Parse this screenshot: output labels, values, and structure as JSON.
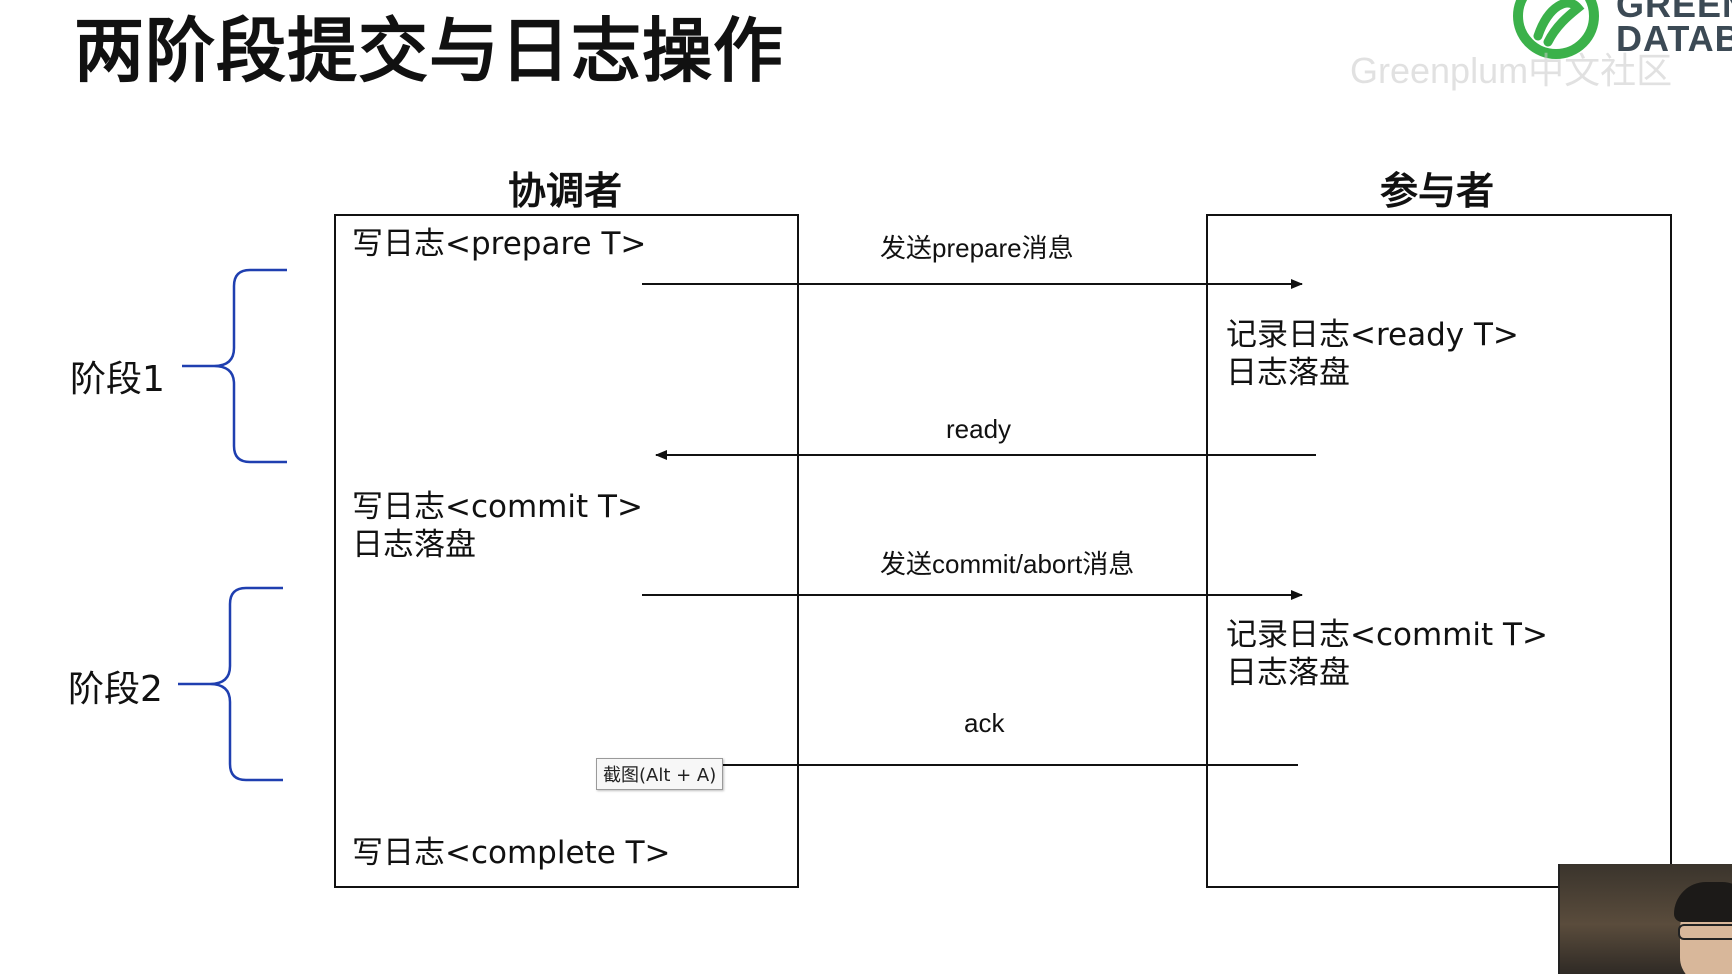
{
  "title": "两阶段提交与日志操作",
  "logo": {
    "line1": "GREEN",
    "line2": "DATAB",
    "watermark": "Greenplum中文社区",
    "color": "#3bb14a"
  },
  "columns": {
    "coordinator": "协调者",
    "participant": "参与者"
  },
  "coordinator_notes": {
    "prepare": "写日志<prepare T>",
    "commit_line1": "写日志<commit T>",
    "commit_line2": "日志落盘",
    "complete": "写日志<complete T>"
  },
  "participant_notes": {
    "ready_line1": "记录日志<ready T>",
    "ready_line2": "日志落盘",
    "commit_line1": "记录日志<commit T>",
    "commit_line2": "日志落盘"
  },
  "messages": {
    "prepare": "发送prepare消息",
    "ready": "ready",
    "commit": "发送commit/abort消息",
    "ack": "ack"
  },
  "phases": {
    "phase1": "阶段1",
    "phase2": "阶段2"
  },
  "tooltip": "截图(Alt + A)",
  "colors": {
    "brace": "#1f3fb0",
    "line": "#111111"
  }
}
